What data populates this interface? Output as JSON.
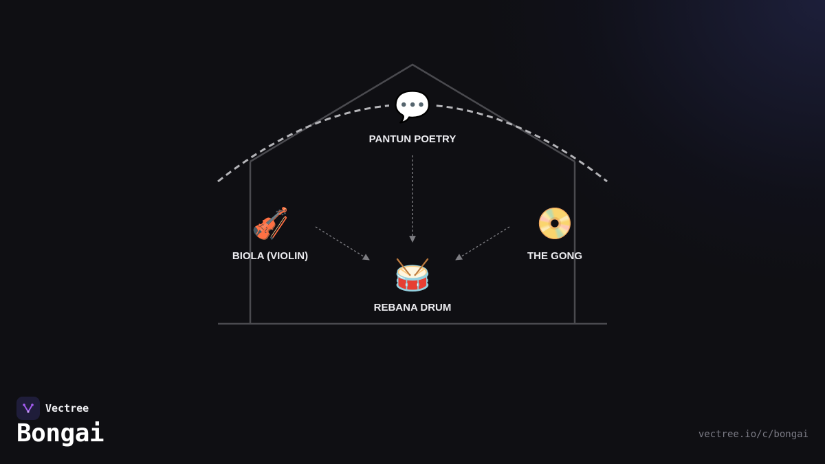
{
  "nodes": {
    "pantun": {
      "icon": "speech-balloon-icon",
      "glyph": "💬",
      "label": "PANTUN POETRY"
    },
    "biola": {
      "icon": "violin-icon",
      "glyph": "🎻",
      "label": "BIOLA (VIOLIN)"
    },
    "gong": {
      "icon": "disc-gong-icon",
      "glyph": "📀",
      "label": "THE GONG"
    },
    "rebana": {
      "icon": "drum-icon",
      "glyph": "🥁",
      "label": "REBANA DRUM"
    }
  },
  "brand": {
    "name": "Vectree",
    "accent": "#a35cf0"
  },
  "page": {
    "title": "Bongai",
    "url": "vectree.io/c/bongai"
  },
  "colors": {
    "background": "#0f0f13",
    "structure": "#4a4a4f",
    "arc": "#b4b4b8",
    "arrows": "#7d7d82",
    "label": "#ececf0"
  }
}
